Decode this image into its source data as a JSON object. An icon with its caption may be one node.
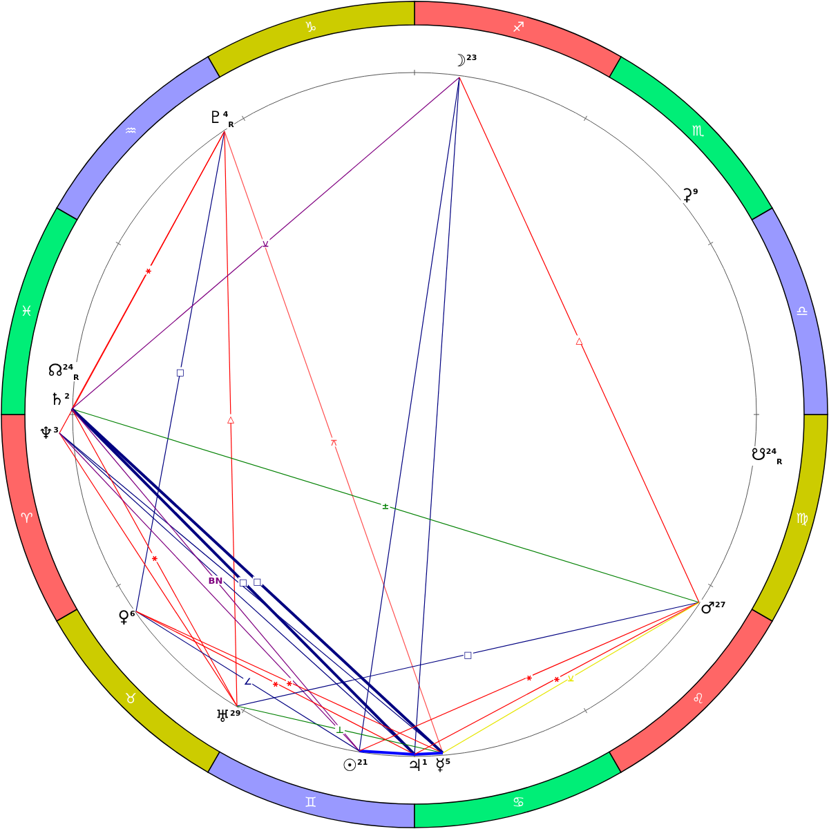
{
  "diagram": {
    "nodes": [
      {
        "text": [
          "☽$^{23}$"
        ]
      },
      {
        "text": [
          "♇$^{4}$$_{R}$"
        ]
      },
      {
        "text": [
          "⚳$^{9}$"
        ]
      },
      {
        "text": [
          "☊$^{24}$$_{R}$"
        ]
      },
      {
        "text": [
          "♆$^{3}$"
        ]
      },
      {
        "text": [
          "♄$^{2}$"
        ]
      },
      {
        "text": [
          "☋$^{24}$$_{R}$"
        ]
      },
      {
        "text": [
          "♂$^{27}$"
        ]
      },
      {
        "text": [
          "☿$^{5}$"
        ]
      },
      {
        "text": [
          "♃$^{1}$"
        ]
      },
      {
        "text": [
          "☉$^{21}$"
        ]
      },
      {
        "text": [
          "♅$^{29}$"
        ]
      },
      {
        "text": [
          "♀$^{6}$"
        ]
      },
      {
        "text": [
          "♈"
        ]
      },
      {
        "text": [
          "♉"
        ]
      },
      {
        "text": [
          "♊"
        ]
      },
      {
        "text": [
          "♋"
        ]
      },
      {
        "text": [
          "♌"
        ]
      },
      {
        "text": [
          "♍"
        ]
      },
      {
        "text": [
          "♎"
        ]
      },
      {
        "text": [
          "♏"
        ]
      },
      {
        "text": [
          "♐"
        ]
      },
      {
        "text": [
          "♑"
        ]
      },
      {
        "text": [
          "♒"
        ]
      },
      {
        "text": [
          "♓"
        ]
      }
    ],
    "edges": [
      {
        "from": 1,
        "to": 5,
        "arrow": "none",
        "label": "⚹"
      },
      {
        "from": 1,
        "to": 4,
        "arrow": "none"
      },
      {
        "from": 1,
        "to": 12,
        "arrow": "none",
        "label": "□",
        "color": "#000080"
      },
      {
        "from": 1,
        "to": 11,
        "arrow": "none",
        "label": "△"
      },
      {
        "from": 1,
        "to": 8,
        "arrow": "none",
        "label": "⚻",
        "color": "#ff5050"
      },
      {
        "from": 0,
        "to": 5,
        "arrow": "none",
        "label": "⚺",
        "color": "#800080"
      },
      {
        "from": 0,
        "to": 10,
        "arrow": "none",
        "color": "#000080"
      },
      {
        "from": 0,
        "to": 9,
        "arrow": "none",
        "color": "#000080"
      },
      {
        "from": 0,
        "to": 7,
        "arrow": "none",
        "label": "△"
      },
      {
        "from": 5,
        "to": 7,
        "arrow": "none",
        "label": "±",
        "color": "#008000"
      },
      {
        "from": 5,
        "to": 9,
        "arrow": "none",
        "label": "□",
        "color": "#000080",
        "style": "thick"
      },
      {
        "from": 4,
        "to": 9,
        "arrow": "none",
        "color": "#000080"
      },
      {
        "from": 5,
        "to": 8,
        "arrow": "none",
        "label": "□",
        "color": "#000080",
        "style": "thick"
      },
      {
        "from": 4,
        "to": 8,
        "arrow": "none",
        "color": "#000080"
      },
      {
        "from": 5,
        "to": 11,
        "arrow": "none",
        "label": "⚹"
      },
      {
        "from": 4,
        "to": 11,
        "arrow": "none"
      },
      {
        "from": 5,
        "to": 10,
        "arrow": "none",
        "label": "BN",
        "color": "#800080"
      },
      {
        "from": 4,
        "to": 10,
        "arrow": "none",
        "color": "#800080"
      },
      {
        "from": 12,
        "to": 10,
        "arrow": "none",
        "label": "∠",
        "color": "#000080"
      },
      {
        "from": 12,
        "to": 9,
        "arrow": "none",
        "label": "⚹"
      },
      {
        "from": 12,
        "to": 8,
        "arrow": "none",
        "label": "⚹"
      },
      {
        "from": 11,
        "to": 7,
        "arrow": "none",
        "label": "□",
        "color": "#000080"
      },
      {
        "from": 11,
        "to": 8,
        "arrow": "none",
        "label": "⊥",
        "color": "#008000"
      },
      {
        "from": 10,
        "to": 9,
        "arrow": "none",
        "color": "#0000ff",
        "style": "thick"
      },
      {
        "from": 9,
        "to": 8,
        "arrow": "none",
        "color": "#0000ff",
        "style": "thick"
      },
      {
        "from": 7,
        "to": 10,
        "arrow": "none",
        "label": "⚹"
      },
      {
        "from": 7,
        "to": 9,
        "arrow": "none",
        "label": "⚹"
      },
      {
        "from": 7,
        "to": 8,
        "arrow": "none",
        "label": "⚺",
        "color": "#e6e600"
      }
    ]
  }
}
